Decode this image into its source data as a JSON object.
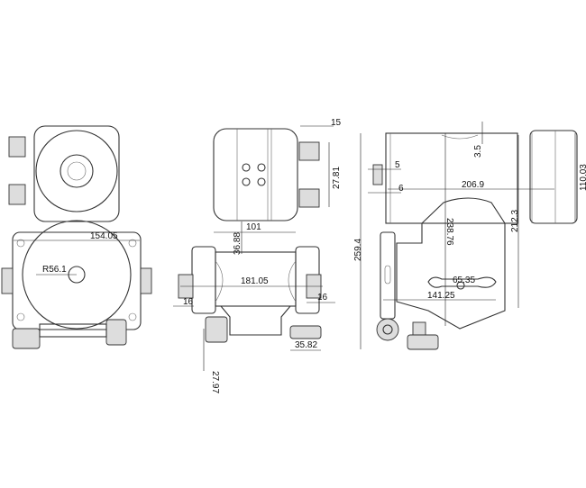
{
  "front_view": {
    "width": "154.05",
    "radius": "R56.1"
  },
  "side_view": {
    "fitting_width": "15",
    "fitting_spacing": "27.81",
    "motor_length": "101",
    "motor_offset": "36.88",
    "overall_width": "181.05",
    "left_flange": "16",
    "right_flange": "16",
    "foot_height": "27.97",
    "foot_width": "35.82"
  },
  "top_view": {
    "lip": "3.5",
    "plate_a": "5",
    "plate_b": "6",
    "body_length": "206.9",
    "cap_diameter": "110.03",
    "height_a": "212.3",
    "height_b": "238.76",
    "overall_height": "259.4",
    "slot_length": "65.35",
    "bracket_length": "141.25"
  }
}
